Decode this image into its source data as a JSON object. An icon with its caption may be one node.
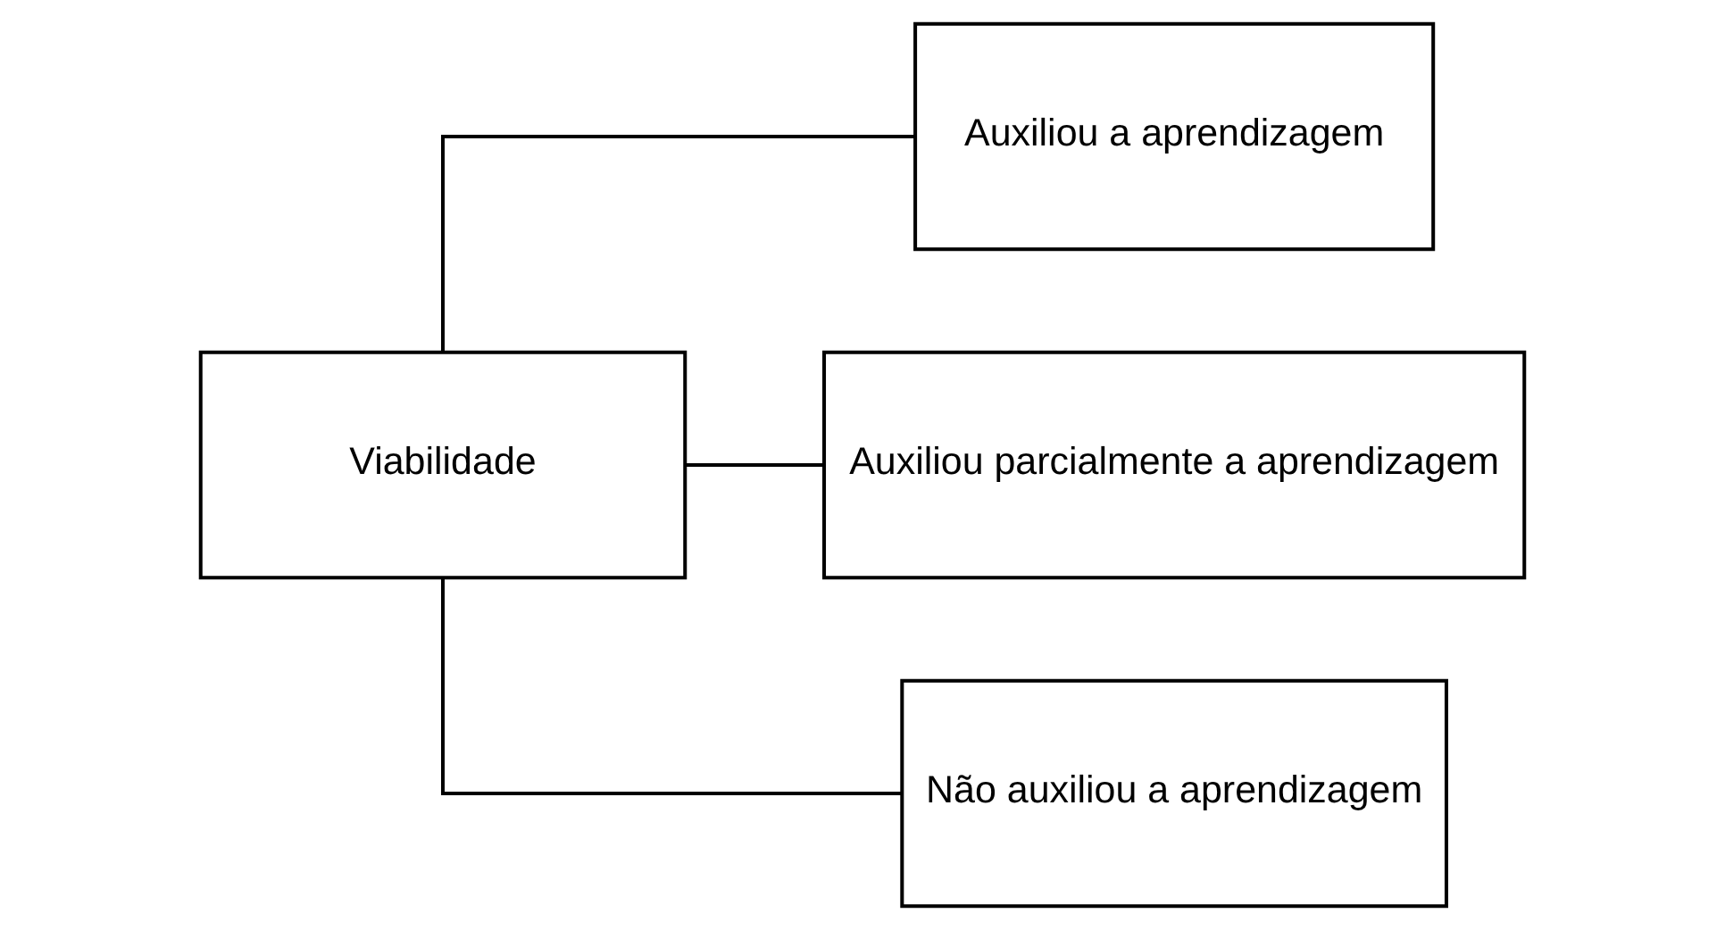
{
  "diagram": {
    "nodes": [
      {
        "text": [
          "Viabilidade"
        ]
      },
      {
        "text": [
          "Auxiliou a aprendizagem"
        ]
      },
      {
        "text": [
          "Auxiliou parcialmente a aprendizagem"
        ]
      },
      {
        "text": [
          "Não auxiliou a aprendizagem"
        ]
      }
    ],
    "edges": [
      {
        "from": 0,
        "to": 1,
        "arrow": "none"
      },
      {
        "from": 0,
        "to": 2,
        "arrow": "none"
      },
      {
        "from": 0,
        "to": 3,
        "arrow": "none"
      }
    ]
  }
}
